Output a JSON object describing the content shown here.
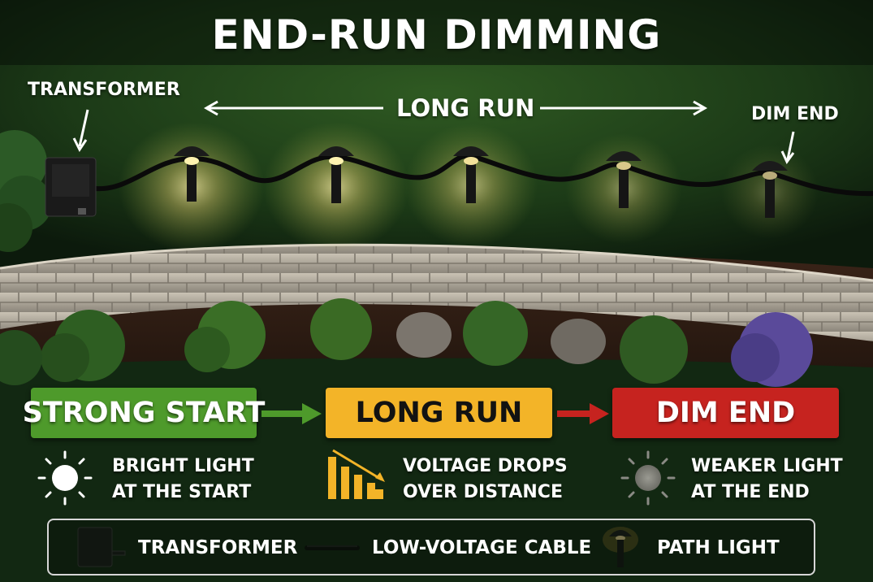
{
  "title": "END-RUN DIMMING",
  "scene_labels": {
    "transformer": "TRANSFORMER",
    "long_run": "LONG RUN",
    "dim_end": "DIM END"
  },
  "stages": {
    "strong_start": {
      "label": "STRONG START",
      "color": "#4e9a2b",
      "description_line1": "BRIGHT LIGHT",
      "description_line2": "AT THE START"
    },
    "long_run": {
      "label": "LONG RUN",
      "color": "#f3b428",
      "description_line1": "VOLTAGE DROPS",
      "description_line2": "OVER DISTANCE"
    },
    "dim_end": {
      "label": "DIM END",
      "color": "#c6231f",
      "description_line1": "WEAKER LIGHT",
      "description_line2": "AT THE END"
    }
  },
  "legend": {
    "transformer": "TRANSFORMER",
    "cable": "LOW-VOLTAGE CABLE",
    "path_light": "PATH LIGHT"
  },
  "icons": [
    "bright-sun-icon",
    "voltage-drop-chart-icon",
    "dim-sun-icon",
    "transformer-icon",
    "cable-icon",
    "path-light-icon"
  ]
}
